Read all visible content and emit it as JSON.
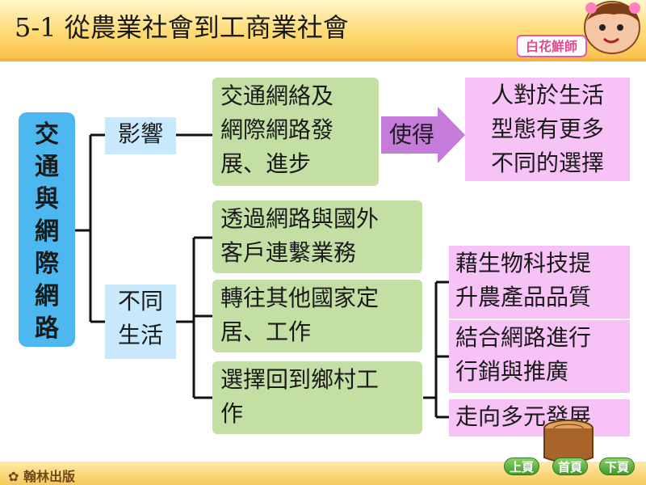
{
  "header": {
    "title": "5-1 從農業社會到工商業社會",
    "mascot_label": "白花鮮師"
  },
  "diagram": {
    "root": "交通與網際網路",
    "branch_influence": "影響",
    "branch_life_line1": "不同",
    "branch_life_line2": "生活",
    "influence_item_line1": "交通網絡及",
    "influence_item_line2": "網際網路發",
    "influence_item_line3": "展、進步",
    "arrow_label": "使得",
    "result_line1": "人對於生活",
    "result_line2": "型態有更多",
    "result_line3": "不同的選擇",
    "life_items": [
      {
        "line1": "透過網路與國外",
        "line2": "客戶連繫業務"
      },
      {
        "line1": "轉往其他國家定",
        "line2": "居、工作"
      },
      {
        "line1": "選擇回到鄉村工",
        "line2": "作"
      }
    ],
    "rural_items": [
      {
        "line1": "藉生物科技提",
        "line2": "升農產品品質"
      },
      {
        "line1": "結合網路進行",
        "line2": "行銷與推廣"
      },
      {
        "line1": "走向多元發展",
        "line2": ""
      }
    ]
  },
  "footer": {
    "publisher": "翰林出版",
    "prev_label": "上頁",
    "home_label": "首頁",
    "next_label": "下頁"
  },
  "colors": {
    "root_bg": "#4db8ef",
    "branch_bg": "#c7e9fb",
    "item_bg": "#c3dfa4",
    "result_bg": "#f7c2f5",
    "arrow": "#c57bd9",
    "header_bg": "#ffd970"
  }
}
